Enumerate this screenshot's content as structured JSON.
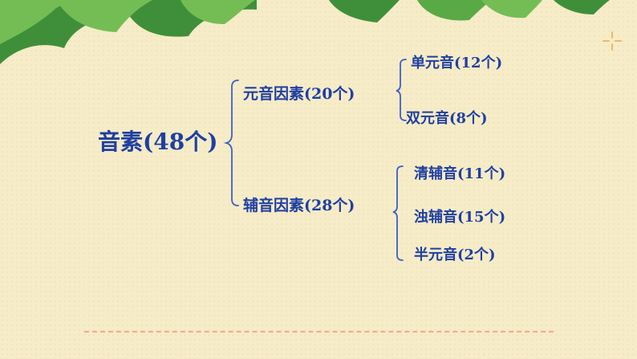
{
  "diagram": {
    "root": "音素(48个)",
    "branches": [
      {
        "label": "元音因素(20个)",
        "children": [
          "单元音(12个)",
          "双元音(8个)"
        ]
      },
      {
        "label": "辅音因素(28个)",
        "children": [
          "清辅音(11个)",
          "浊辅音(15个)",
          "半元音(2个)"
        ]
      }
    ]
  },
  "colors": {
    "text": "#1f3fa3",
    "bracket": "#3b5fc9",
    "background": "#f6ecc7",
    "leaf_dark": "#3f8f3a",
    "leaf_light": "#74bd55",
    "dashed_line": "#f2a98c"
  }
}
